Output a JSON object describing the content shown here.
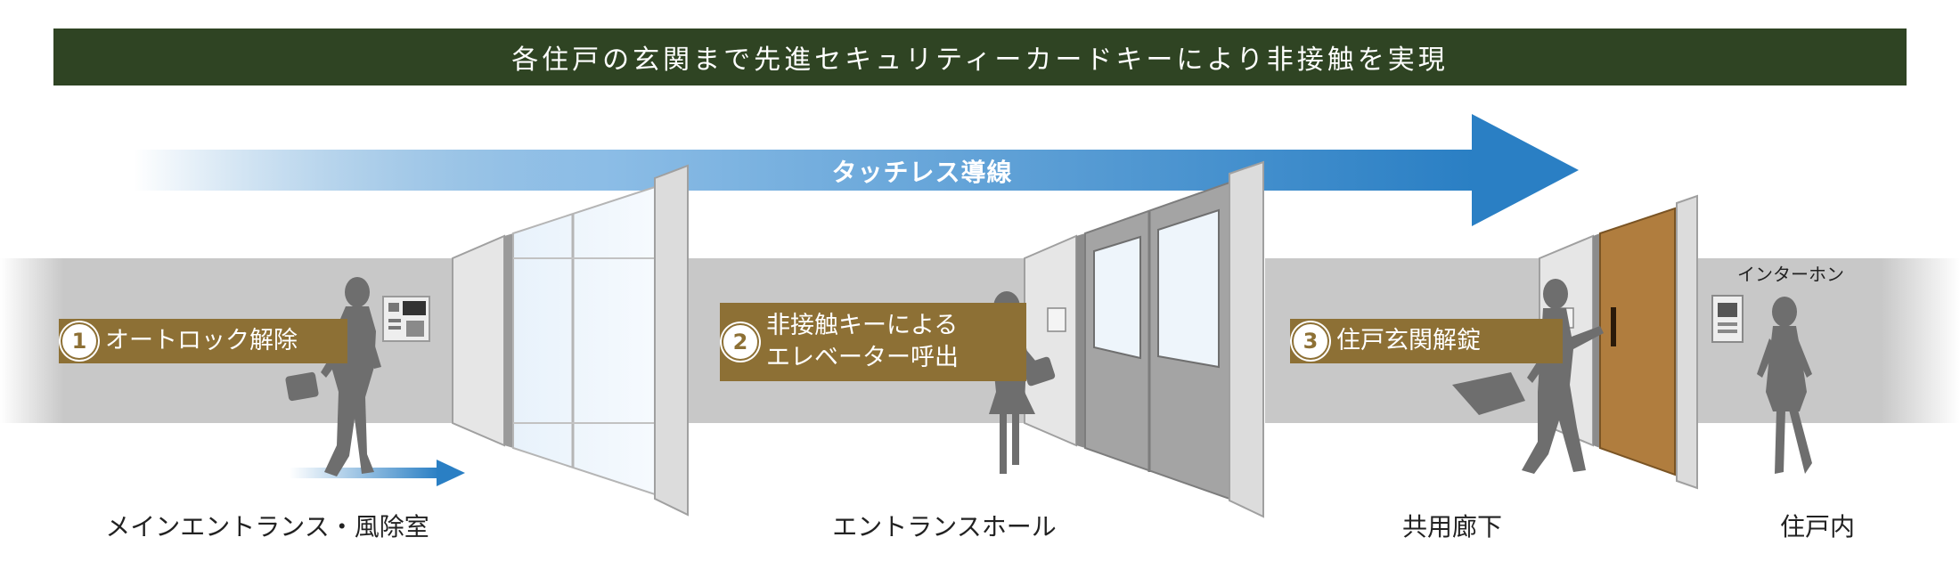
{
  "header": {
    "title": "各住戸の玄関まで先進セキュリティーカードキーにより非接触を実現"
  },
  "flow": {
    "label": "タッチレス導線"
  },
  "steps": [
    {
      "number": "1",
      "label": "オートロック解除"
    },
    {
      "number": "2",
      "label": "非接触キーによる\nエレベーター呼出"
    },
    {
      "number": "3",
      "label": "住戸玄関解錠"
    }
  ],
  "zones": [
    {
      "label": "メインエントランス・風除室"
    },
    {
      "label": "エントランスホール"
    },
    {
      "label": "共用廊下"
    },
    {
      "label": "住戸内"
    }
  ],
  "intercom": {
    "label": "インターホン"
  },
  "colors": {
    "banner": "#2f4423",
    "arrow": "#2a7fc4",
    "step_tag": "#8d7035",
    "wall": "#c8c8c8",
    "silhouette": "#6e6e6e",
    "door": "#b07d3e"
  }
}
